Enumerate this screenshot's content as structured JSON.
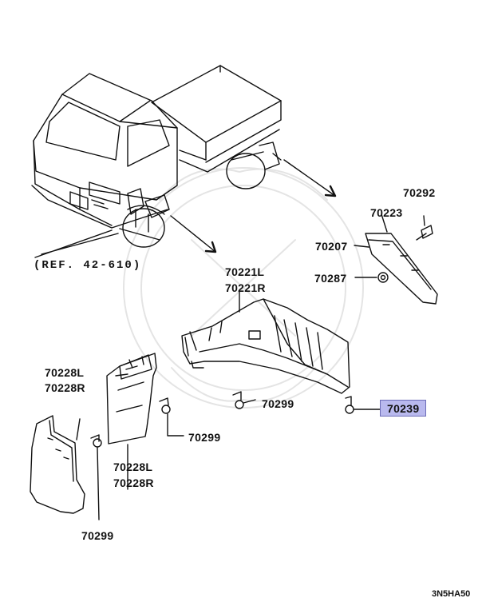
{
  "ref_label": "(REF. 42-610)",
  "diagram_code": "3N5HA50",
  "highlight_color": "#b9b9ee",
  "parts": {
    "p70292": "70292",
    "p70223": "70223",
    "p70207": "70207",
    "p70287": "70287",
    "p70221_l": "70221L",
    "p70221_r": "70221R",
    "p70299_center": "70299",
    "p70239": "70239",
    "p70228_upper_l": "70228L",
    "p70228_upper_r": "70228R",
    "p70299_mid": "70299",
    "p70228_lower_l": "70228L",
    "p70228_lower_r": "70228R",
    "p70299_bottom": "70299"
  }
}
